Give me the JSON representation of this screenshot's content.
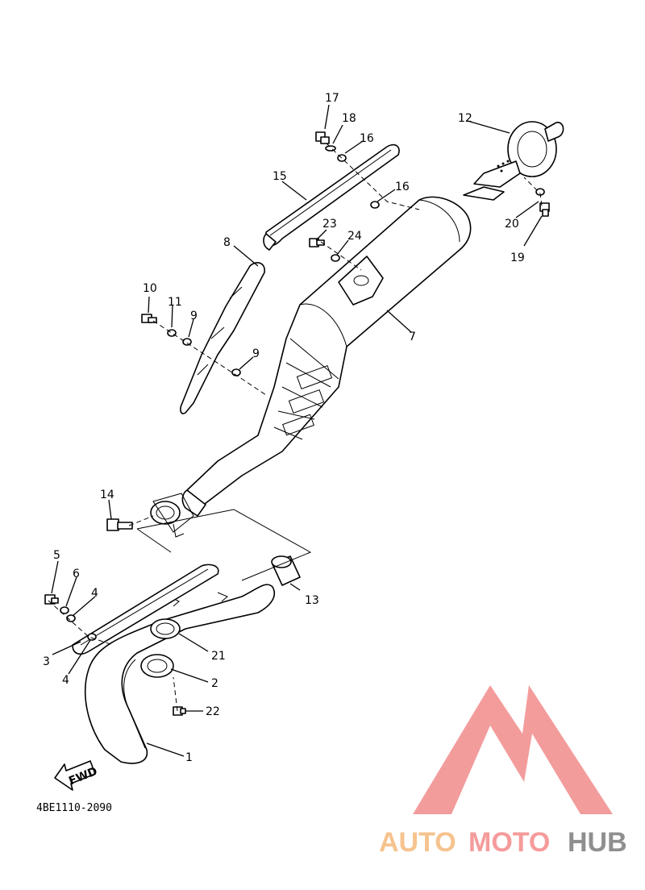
{
  "diagram": {
    "part_code": "4BE1110-2090",
    "fwd_label": "FWD",
    "callouts": {
      "c1": "1",
      "c2": "2",
      "c3": "3",
      "c4a": "4",
      "c4b": "4",
      "c5": "5",
      "c6": "6",
      "c7": "7",
      "c8": "8",
      "c9a": "9",
      "c9b": "9",
      "c10": "10",
      "c11": "11",
      "c12": "12",
      "c13": "13",
      "c14": "14",
      "c15": "15",
      "c16a": "16",
      "c16b": "16",
      "c17": "17",
      "c18": "18",
      "c19": "19",
      "c20": "20",
      "c21": "21",
      "c22": "22",
      "c23": "23",
      "c24": "24"
    }
  },
  "watermark": {
    "word_1": "AUTO",
    "word_2": "MOTO",
    "word_3": "HUB",
    "colors": {
      "auto": "#f6c38e",
      "moto": "#f59b9b",
      "hub": "#8f8f8f",
      "mark": "#f28b8b"
    }
  }
}
